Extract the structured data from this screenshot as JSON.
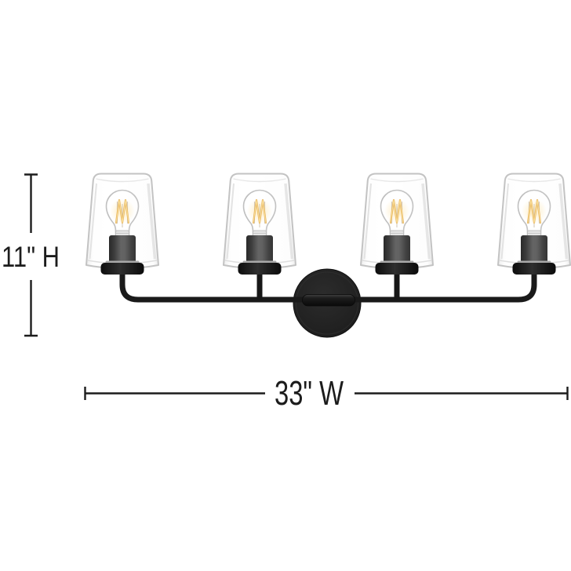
{
  "diagram": {
    "background": "#ffffff",
    "height_dimension": {
      "label": "11\" H"
    },
    "width_dimension": {
      "label": "33\" W"
    },
    "line_color": "#1c1c1c",
    "fixture": {
      "light_count": "4",
      "colors": {
        "metal": "#1a1a1a",
        "glass_outline": "#c3c3c3",
        "filament": "#e2a23a"
      }
    }
  }
}
